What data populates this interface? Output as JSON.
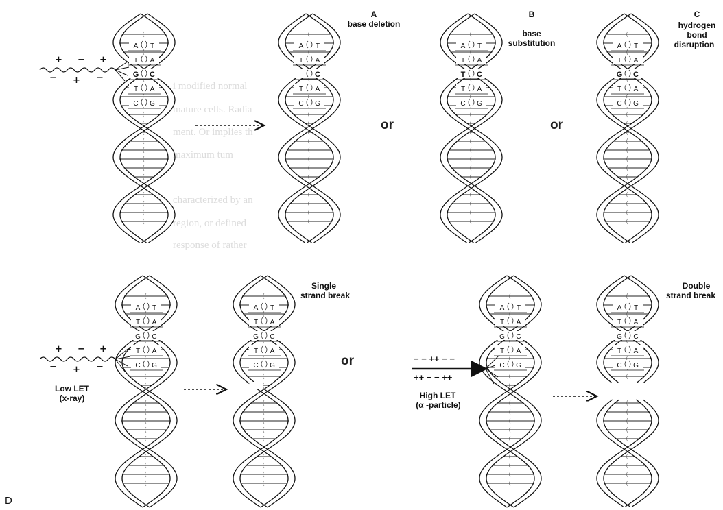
{
  "helices": [
    {
      "id": "helix-original-top",
      "bases": [
        [
          "A",
          "T"
        ],
        [
          "T",
          "A"
        ],
        [
          "G",
          "C"
        ],
        [
          "T",
          "A"
        ],
        [
          "C",
          "G"
        ]
      ],
      "bold_rows": [
        2
      ]
    },
    {
      "id": "helix-a-base-deletion",
      "bases": [
        [
          "A",
          "T"
        ],
        [
          "T",
          "A"
        ],
        [
          "",
          "C"
        ],
        [
          "T",
          "A"
        ],
        [
          "C",
          "G"
        ]
      ],
      "bold_rows": [
        2
      ]
    },
    {
      "id": "helix-b-base-substitution",
      "bases": [
        [
          "A",
          "T"
        ],
        [
          "T",
          "A"
        ],
        [
          "T",
          "C"
        ],
        [
          "T",
          "A"
        ],
        [
          "C",
          "G"
        ]
      ],
      "bold_rows": [
        2
      ]
    },
    {
      "id": "helix-c-hydrogen-bond",
      "bases": [
        [
          "A",
          "T"
        ],
        [
          "T",
          "A"
        ],
        [
          "G",
          "C"
        ],
        [
          "T",
          "A"
        ],
        [
          "C",
          "G"
        ]
      ],
      "bold_rows": [
        2
      ]
    },
    {
      "id": "helix-low-let",
      "bases": [
        [
          "A",
          "T"
        ],
        [
          "T",
          "A"
        ],
        [
          "G",
          "C"
        ],
        [
          "T",
          "A"
        ],
        [
          "C",
          "G"
        ]
      ],
      "bold_rows": []
    },
    {
      "id": "helix-single-strand-break",
      "bases": [
        [
          "A",
          "T"
        ],
        [
          "T",
          "A"
        ],
        [
          "G",
          "C"
        ],
        [
          "T",
          "A"
        ],
        [
          "C",
          "G"
        ]
      ],
      "bold_rows": []
    },
    {
      "id": "helix-high-let",
      "bases": [
        [
          "A",
          "T"
        ],
        [
          "T",
          "A"
        ],
        [
          "G",
          "C"
        ],
        [
          "T",
          "A"
        ],
        [
          "C",
          "G"
        ]
      ],
      "bold_rows": []
    },
    {
      "id": "helix-double-strand-break",
      "bases": [
        [
          "A",
          "T"
        ],
        [
          "T",
          "A"
        ],
        [
          "G",
          "C"
        ],
        [
          "T",
          "A"
        ],
        [
          "C",
          "G"
        ]
      ],
      "bold_rows": []
    }
  ],
  "labels": {
    "a_letter": "A",
    "a_text": "base deletion",
    "b_letter": "B",
    "b_line1": "base",
    "b_line2": "substitution",
    "c_letter": "C",
    "c_line1": "hydrogen",
    "c_line2": "bond",
    "c_line3": "disruption",
    "single_line1": "Single",
    "single_line2": "strand break",
    "double_line1": "Double",
    "double_line2": "strand break",
    "low_let_line1": "Low LET",
    "low_let_line2": "(x-ray)",
    "high_let_line1": "High LET",
    "high_let_line2": "(α -particle)",
    "or": "or",
    "panel_d": "D",
    "plus": "+",
    "minus": "−",
    "charges_top": "− − ++ − −",
    "charges_bottom": "++ − − ++"
  },
  "bleedthrough": [
    "i modified normal",
    "mature cells. Radia",
    "ment. Or implies th",
    "maximum tum",
    "characterized by an",
    "region, or defined",
    "response of rather"
  ]
}
